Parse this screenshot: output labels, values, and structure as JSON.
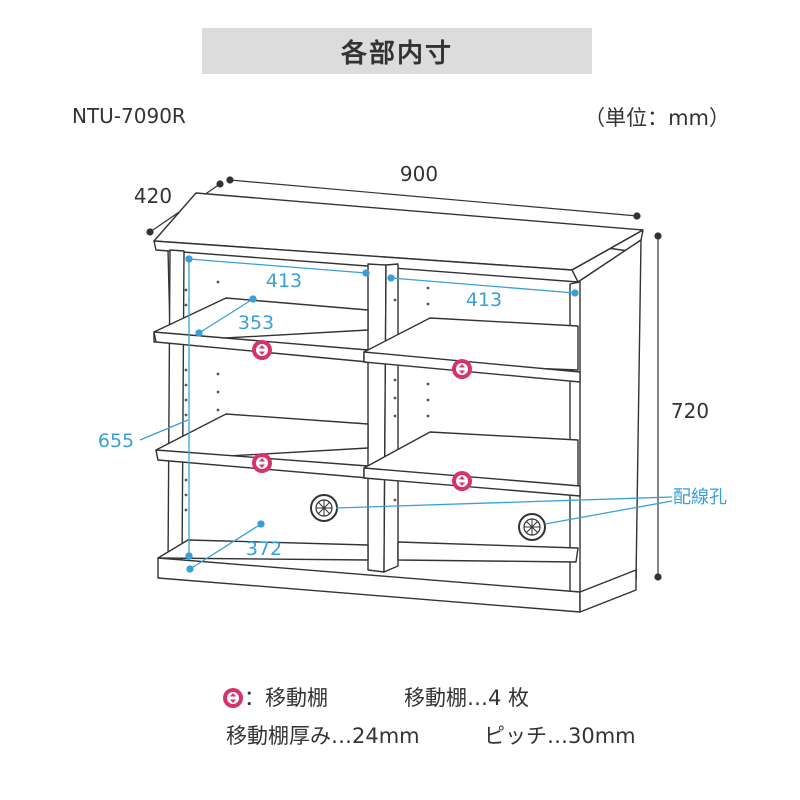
{
  "title": "各部内寸",
  "model": "NTU-7090R",
  "unit": "（単位：mm）",
  "dimensions": {
    "depth_outer": "420",
    "width_outer": "900",
    "height_outer": "720",
    "inner_width_left": "413",
    "inner_width_right": "413",
    "inner_depth_upper": "353",
    "inner_height": "655",
    "inner_depth_lower": "372"
  },
  "labels": {
    "cable_hole": "配線孔"
  },
  "legend": {
    "marker_text": "：移動棚",
    "shelf_count": "移動棚…4 枚",
    "shelf_thickness": "移動棚厚み…24mm",
    "pitch": "ピッチ…30mm"
  },
  "colors": {
    "accent_blue": "#3a9fd8",
    "marker_pink": "#d6336c",
    "line": "#333333",
    "title_bg": "#dcdcdc"
  }
}
